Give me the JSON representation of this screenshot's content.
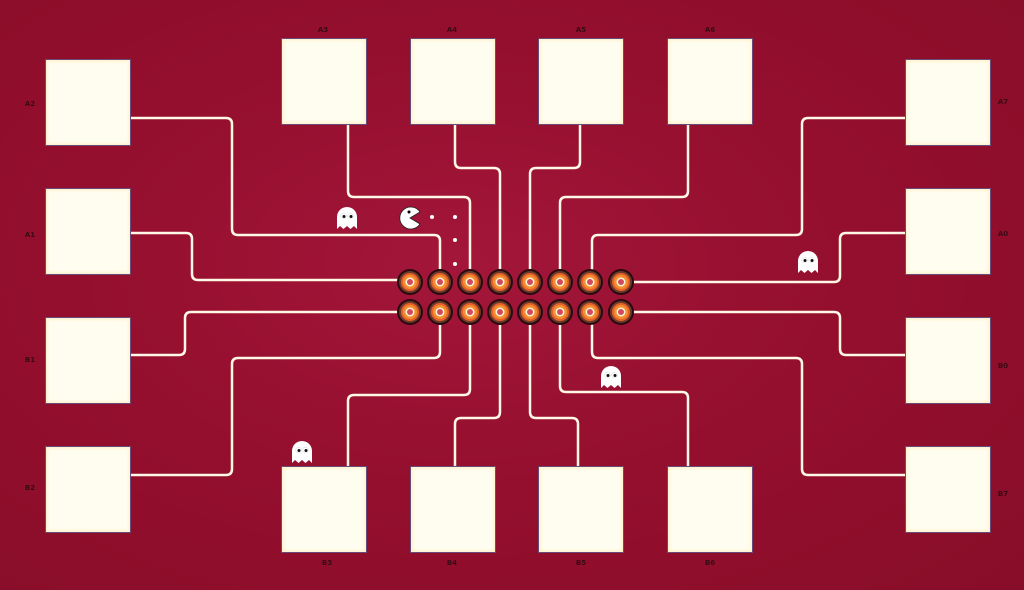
{
  "pad_labels": {
    "left": [
      "A2",
      "A1",
      "B1",
      "B2"
    ],
    "right": [
      "A7",
      "A0",
      "B0",
      "B7"
    ],
    "top": [
      "A3",
      "A4",
      "A5",
      "A6"
    ],
    "bottom": [
      "B3",
      "B4",
      "B5",
      "B6"
    ]
  },
  "colors": {
    "substrate": "#8f0e2b",
    "metal": "#fffdf0",
    "ghost": "#ffffff"
  },
  "sprites": {
    "pacman": "pacman-icon",
    "ghost": "ghost-icon",
    "pellet": "pellet-dot"
  }
}
